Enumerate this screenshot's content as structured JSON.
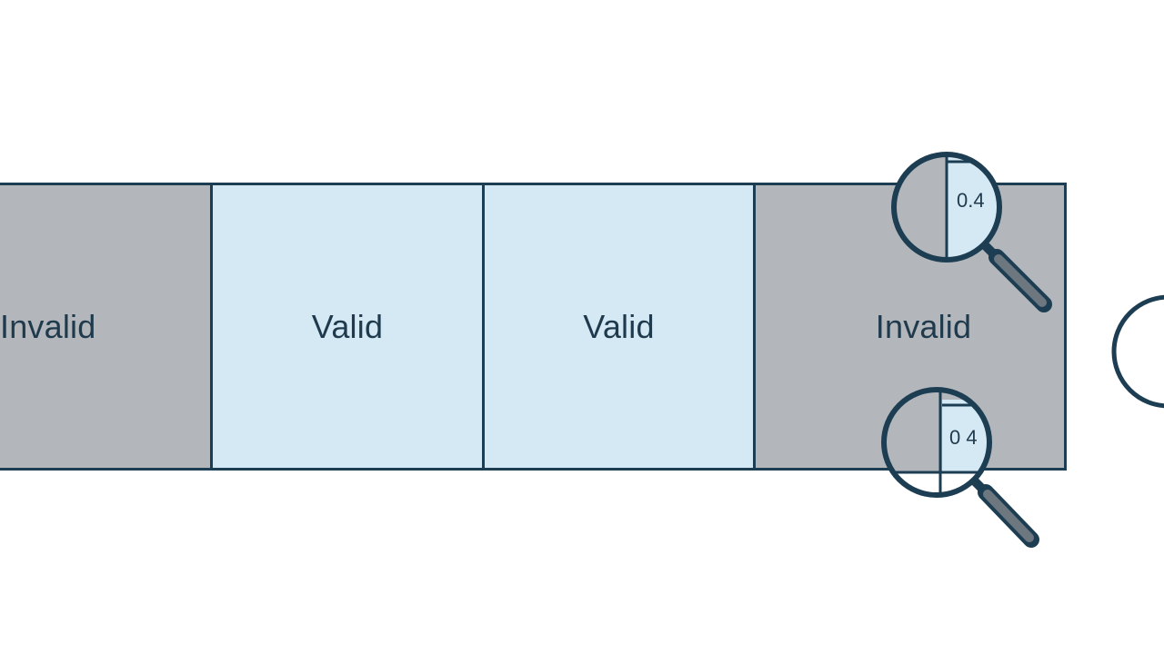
{
  "cells": [
    {
      "label": "Invalid",
      "status": "invalid"
    },
    {
      "label": "Valid",
      "status": "valid"
    },
    {
      "label": "Valid",
      "status": "valid"
    },
    {
      "label": "Invalid",
      "status": "invalid"
    }
  ],
  "magnifiers": [
    {
      "value": "0.4",
      "icon": "magnifier-icon"
    },
    {
      "value": "0 4",
      "icon": "magnifier-icon"
    }
  ],
  "colors": {
    "invalid": "#b3b6ba",
    "valid": "#d5e9f5",
    "stroke": "#1c3d52",
    "text": "#1f3a4d"
  }
}
